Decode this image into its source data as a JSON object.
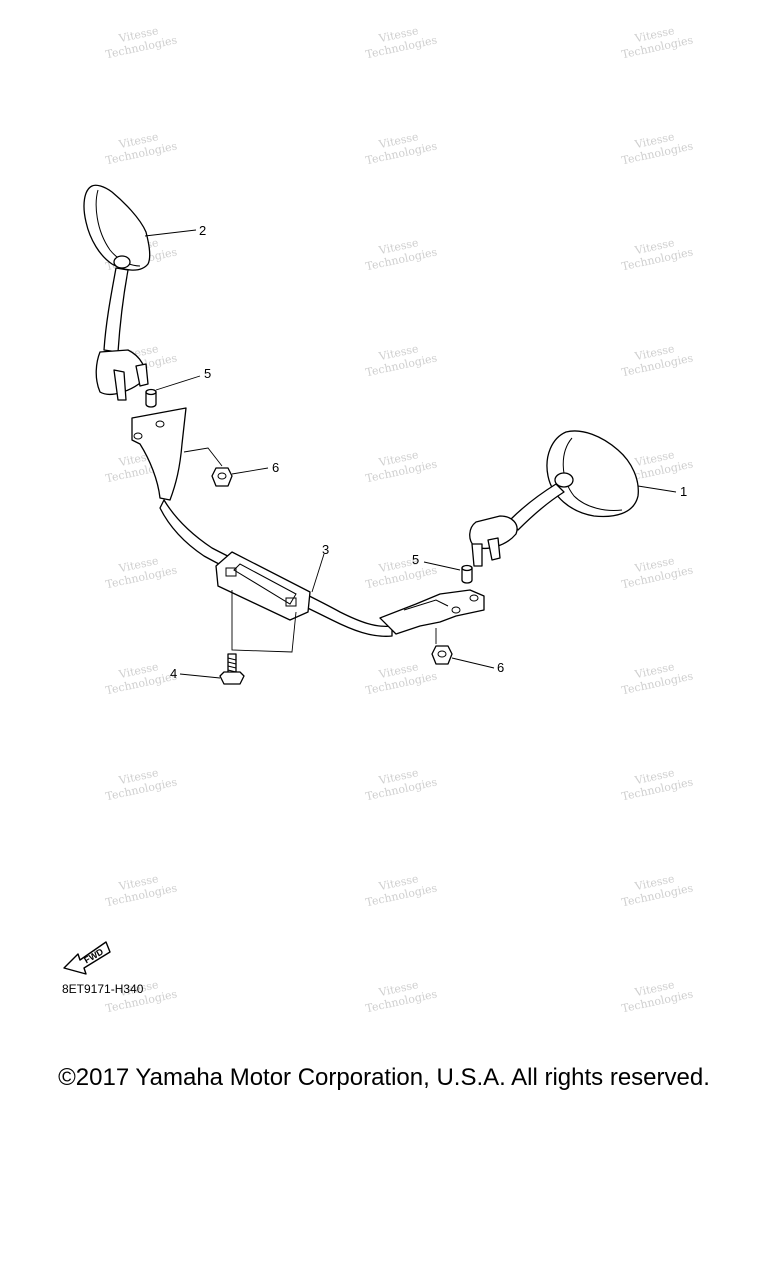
{
  "callouts": {
    "c1": "1",
    "c2": "2",
    "c3": "3",
    "c4": "4",
    "c5a": "5",
    "c5b": "5",
    "c6a": "6",
    "c6b": "6"
  },
  "fwd_label": "FWD",
  "diagram_code": "8ET9171-H340",
  "copyright": "©2017 Yamaha Motor Corporation, U.S.A. All rights reserved.",
  "watermark": {
    "line1": "Vitesse",
    "line2": "Technologies"
  },
  "colors": {
    "line": "#000000",
    "watermark": "#cfcfcf",
    "background": "#ffffff"
  }
}
